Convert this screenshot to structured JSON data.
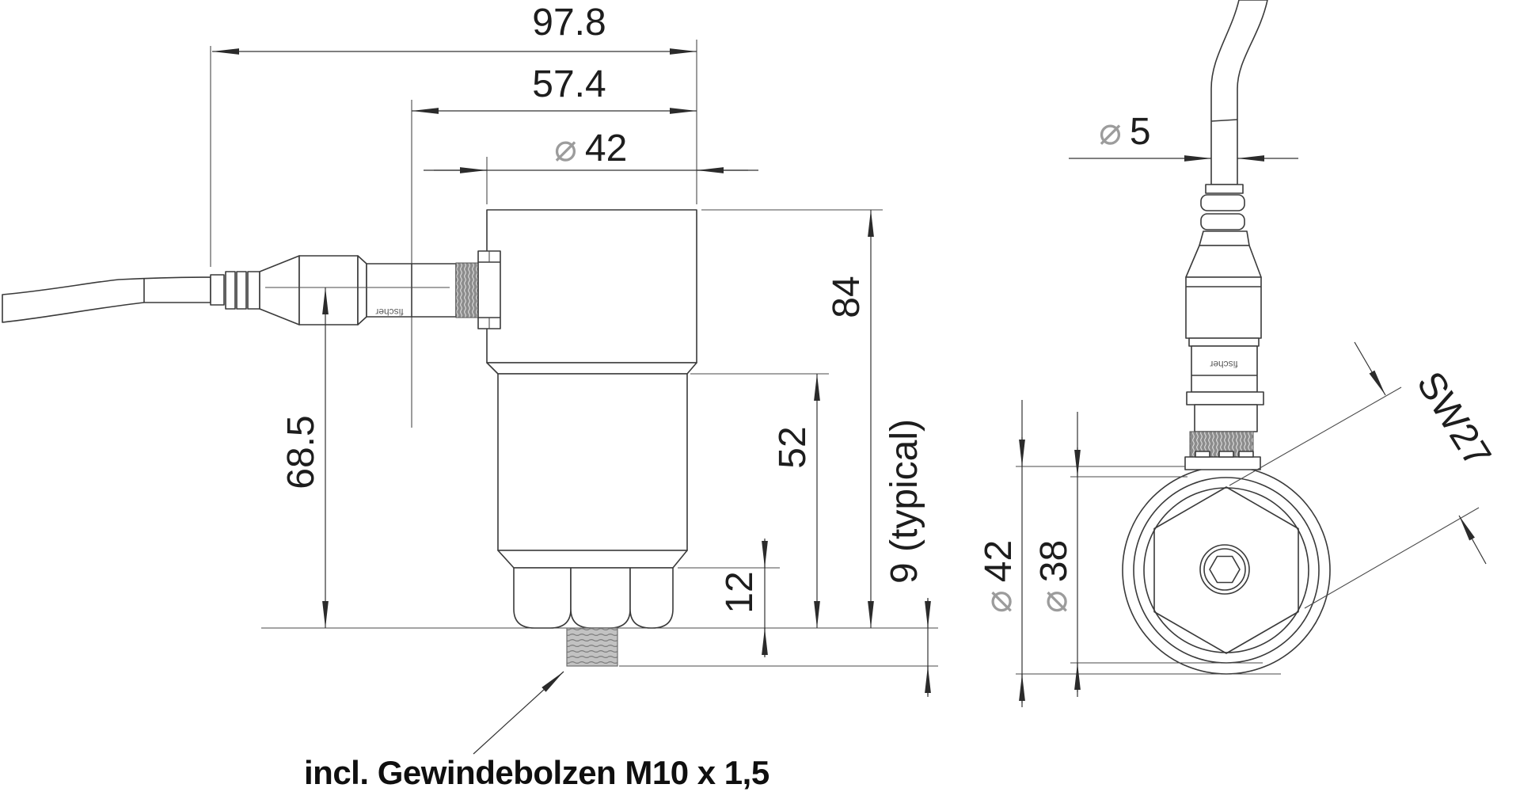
{
  "labels": {
    "dia": "⌀"
  },
  "side_view": {
    "dimensions": {
      "overall_length": "97.8",
      "front_length": "57.4",
      "body_diameter": "42",
      "total_height": "84",
      "lower_height": "52",
      "axis_height": "68.5",
      "hex_height": "12",
      "stud_length": "9 (typical)"
    },
    "brand": "fischer"
  },
  "front_view": {
    "dimensions": {
      "cable_diameter": "5",
      "outer_diameter": "42",
      "inner_diameter": "38",
      "wrench_size": "SW27"
    },
    "brand": "fischer"
  },
  "note": "incl. Gewindebolzen M10 x 1,5",
  "colors": {
    "line": "#3a3a3a",
    "dimension_line": "#333333",
    "text": "#1d1d1d",
    "diameter_symbol": "#9c9c9c",
    "thread_fill": "#8c8c8c",
    "stud_fill": "#c2c2c2",
    "background": "#ffffff"
  }
}
